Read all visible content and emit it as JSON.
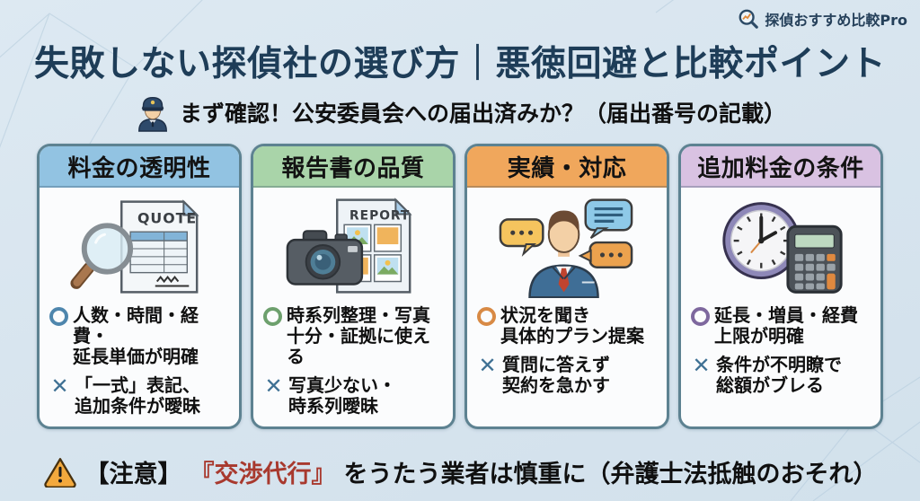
{
  "theme": {
    "background": "#d7e4ee",
    "title_color": "#1e3d58",
    "card_border": "#5d8291",
    "x_mark_color": "#3f7194",
    "warning_triangle_color": "#f3a93d"
  },
  "logo": {
    "label": "探偵おすすめ比較Pro",
    "icon": "magnifier-chart-icon"
  },
  "title": "失敗しない探偵社の選び方｜悪徳回避と比較ポイント",
  "subtitle": {
    "icon": "police-officer-icon",
    "text": "まず確認！公安委員会への届出済みか？（届出番号の記載）"
  },
  "marks": {
    "good": "○",
    "bad": "✕"
  },
  "cards": [
    {
      "title": "料金の透明性",
      "header_color": "#92c3e2",
      "accent": "#4e86ad",
      "icon": "quote-magnifier-icon",
      "good": "人数・時間・経費・\n延長単価が明確",
      "bad": "「一式」表記、\n追加条件が曖昧"
    },
    {
      "title": "報告書の品質",
      "header_color": "#a9d4a9",
      "accent": "#6da06d",
      "icon": "report-camera-icon",
      "good": "時系列整理・写真\n十分・証拠に使える",
      "bad": "写真少ない・\n時系列曖昧"
    },
    {
      "title": "実績・対応",
      "header_color": "#f0a75c",
      "accent": "#d88a45",
      "icon": "consultant-chat-icon",
      "good": "状況を聞き\n具体的プラン提案",
      "bad": "質問に答えず\n契約を急かす"
    },
    {
      "title": "追加料金の条件",
      "header_color": "#d9c2e2",
      "accent": "#7e689e",
      "icon": "clock-calculator-icon",
      "good": "延長・増員・経費\n上限が明確",
      "bad": "条件が不明瞭で\n総額がブレる"
    }
  ],
  "warning": {
    "icon": "warning-triangle-icon",
    "prefix": "【注意】",
    "highlight": "『交渉代行』",
    "highlight_color": "#a8392e",
    "suffix": "をうたう業者は慎重に（弁護士法抵触のおそれ）"
  }
}
